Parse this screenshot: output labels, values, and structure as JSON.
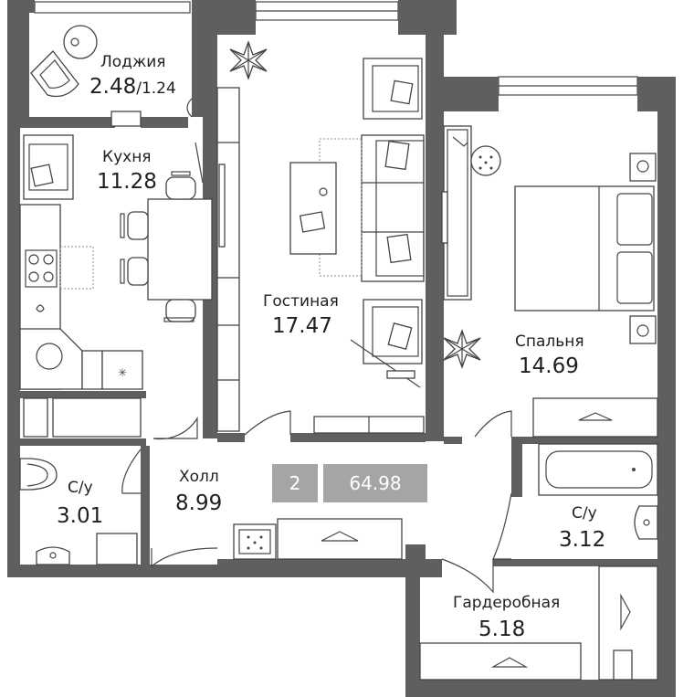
{
  "rooms": {
    "loggia": {
      "name": "Лоджия",
      "area": "2.48",
      "area_reduced": "/1.24"
    },
    "kitchen": {
      "name": "Кухня",
      "area": "11.28"
    },
    "living": {
      "name": "Гостиная",
      "area": "17.47"
    },
    "bedroom": {
      "name": "Спальня",
      "area": "14.69"
    },
    "hall": {
      "name": "Холл",
      "area": "8.99"
    },
    "bath1": {
      "name": "С/у",
      "area": "3.01"
    },
    "bath2": {
      "name": "С/у",
      "area": "3.12"
    },
    "wardrobe": {
      "name": "Гардеробная",
      "area": "5.18"
    }
  },
  "summary": {
    "rooms_count": "2",
    "total_area": "64.98"
  },
  "colors": {
    "wall": "#5f5f5f",
    "badge": "#a5a5a5",
    "text": "#1f1f1f"
  }
}
